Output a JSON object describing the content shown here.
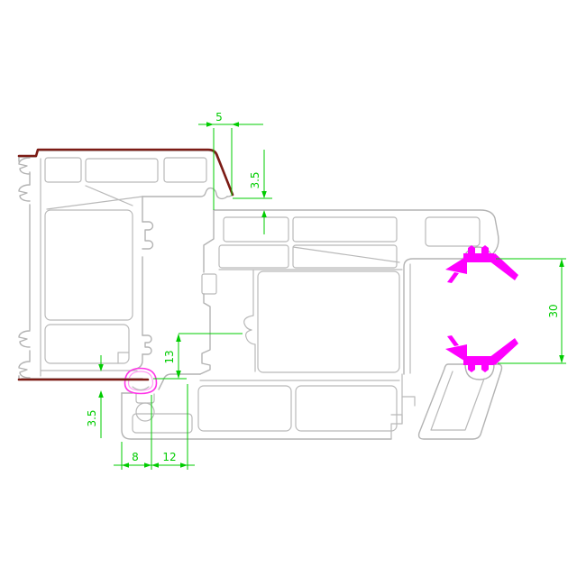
{
  "drawing": {
    "title": "window-profile-cross-section",
    "dimensions": {
      "overlap_width": "5",
      "top_clearance": "3.5",
      "glazing_pocket_height": "30",
      "groove_depth": "13",
      "bottom_clearance": "3.5",
      "foot_left_width": "8",
      "foot_right_width": "12"
    },
    "colors": {
      "outline": "#b3b3b3",
      "dimension": "#00cc00",
      "gasket": "#ff00ff",
      "exposed_surface": "#7c1b15",
      "background": "#ffffff"
    }
  }
}
